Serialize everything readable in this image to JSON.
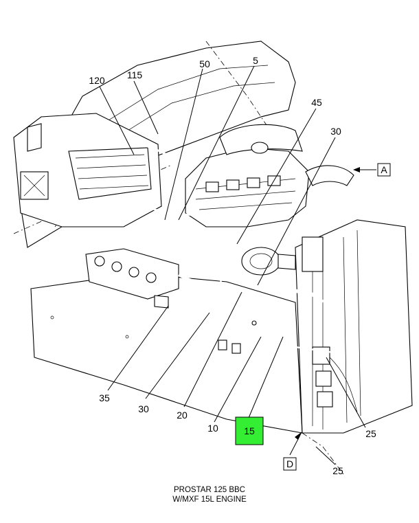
{
  "caption": {
    "line1": "PROSTAR 125 BBC",
    "line2": "W/MXF 15L ENGINE"
  },
  "callouts": {
    "c120": "120",
    "c115": "115",
    "c50": "50",
    "c5": "5",
    "c45": "45",
    "c30a": "30",
    "c35": "35",
    "c30b": "30",
    "c20": "20",
    "c10": "10",
    "c15": "15",
    "c25a": "25",
    "c25b": "25"
  },
  "view_labels": {
    "a": "A",
    "d": "D"
  },
  "colors": {
    "highlight": "#33ee33",
    "line": "#000000",
    "background": "#ffffff"
  }
}
